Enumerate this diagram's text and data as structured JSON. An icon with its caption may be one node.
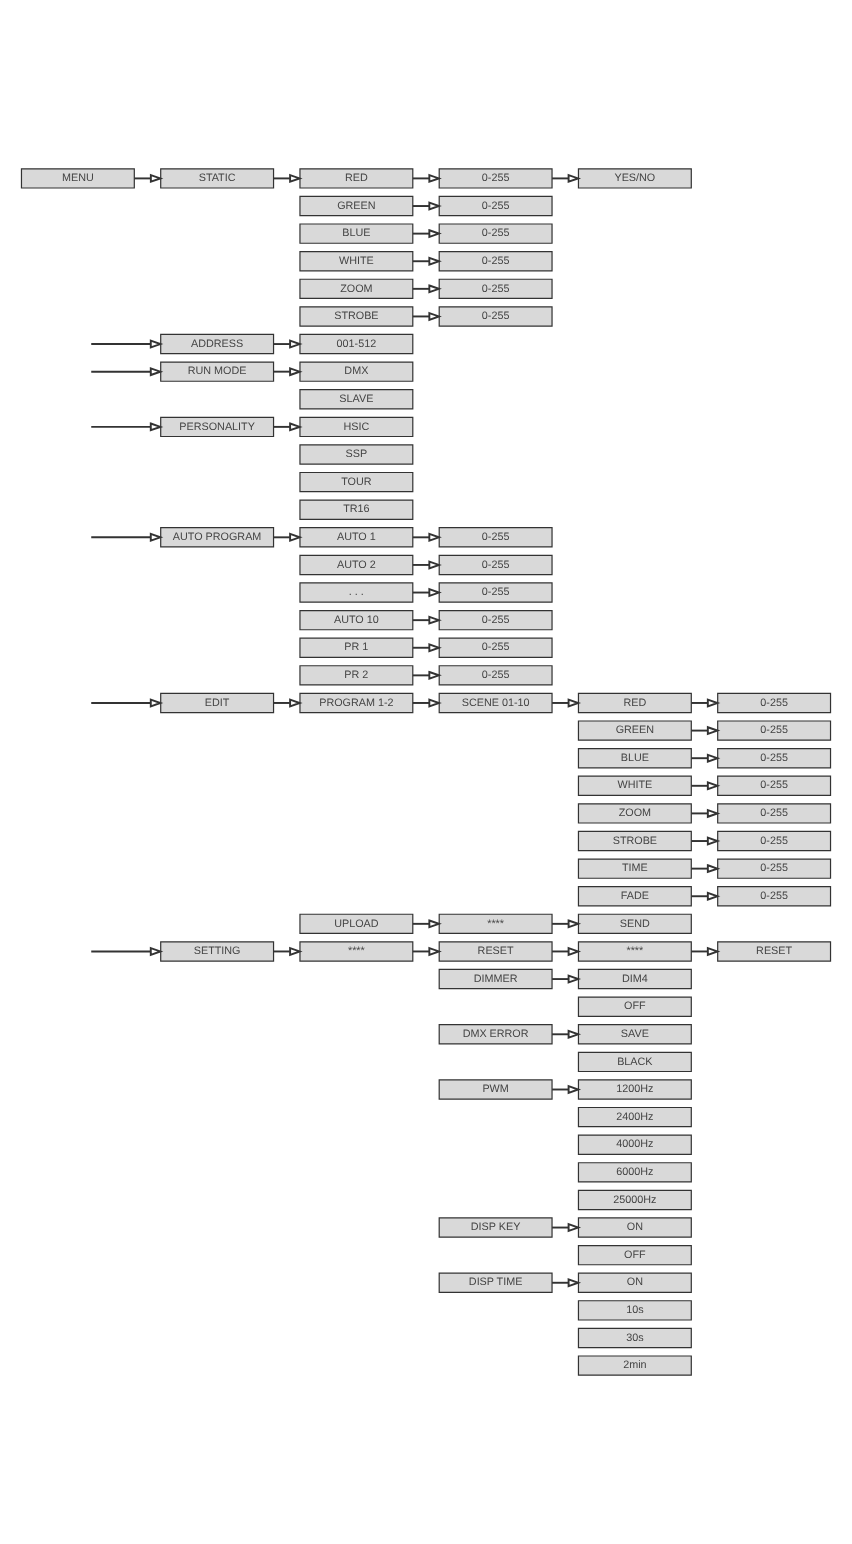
{
  "diagram": {
    "nodes": [
      {
        "text": [
          "MENU"
        ]
      },
      {
        "text": [
          "STATIC"
        ]
      },
      {
        "text": [
          "RED"
        ]
      },
      {
        "text": [
          "0-255"
        ]
      },
      {
        "text": [
          "YES/NO"
        ]
      },
      {
        "text": [
          "GREEN"
        ]
      },
      {
        "text": [
          "0-255"
        ]
      },
      {
        "text": [
          "BLUE"
        ]
      },
      {
        "text": [
          "0-255"
        ]
      },
      {
        "text": [
          "WHITE"
        ]
      },
      {
        "text": [
          "0-255"
        ]
      },
      {
        "text": [
          "ZOOM"
        ]
      },
      {
        "text": [
          "0-255"
        ]
      },
      {
        "text": [
          "STROBE"
        ]
      },
      {
        "text": [
          "0-255"
        ]
      },
      {
        "text": [
          "ADDRESS"
        ]
      },
      {
        "text": [
          "001-512"
        ]
      },
      {
        "text": [
          "RUN MODE"
        ]
      },
      {
        "text": [
          "DMX"
        ]
      },
      {
        "text": [
          "SLAVE"
        ]
      },
      {
        "text": [
          "PERSONALITY"
        ]
      },
      {
        "text": [
          "HSIC"
        ]
      },
      {
        "text": [
          "SSP"
        ]
      },
      {
        "text": [
          "TOUR"
        ]
      },
      {
        "text": [
          "TR16"
        ]
      },
      {
        "text": [
          "AUTO PROGRAM"
        ]
      },
      {
        "text": [
          "AUTO 1"
        ]
      },
      {
        "text": [
          "0-255"
        ]
      },
      {
        "text": [
          "AUTO 2"
        ]
      },
      {
        "text": [
          "0-255"
        ]
      },
      {
        "text": [
          ". . ."
        ]
      },
      {
        "text": [
          "0-255"
        ]
      },
      {
        "text": [
          "AUTO 10"
        ]
      },
      {
        "text": [
          "0-255"
        ]
      },
      {
        "text": [
          "PR 1"
        ]
      },
      {
        "text": [
          "0-255"
        ]
      },
      {
        "text": [
          "PR 2"
        ]
      },
      {
        "text": [
          "0-255"
        ]
      },
      {
        "text": [
          "EDIT"
        ]
      },
      {
        "text": [
          "PROGRAM 1-2"
        ]
      },
      {
        "text": [
          "SCENE 01-10"
        ]
      },
      {
        "text": [
          "RED"
        ]
      },
      {
        "text": [
          "0-255"
        ]
      },
      {
        "text": [
          "GREEN"
        ]
      },
      {
        "text": [
          "0-255"
        ]
      },
      {
        "text": [
          "BLUE"
        ]
      },
      {
        "text": [
          "0-255"
        ]
      },
      {
        "text": [
          "WHITE"
        ]
      },
      {
        "text": [
          "0-255"
        ]
      },
      {
        "text": [
          "ZOOM"
        ]
      },
      {
        "text": [
          "0-255"
        ]
      },
      {
        "text": [
          "STROBE"
        ]
      },
      {
        "text": [
          "0-255"
        ]
      },
      {
        "text": [
          "TIME"
        ]
      },
      {
        "text": [
          "0-255"
        ]
      },
      {
        "text": [
          "FADE"
        ]
      },
      {
        "text": [
          "0-255"
        ]
      },
      {
        "text": [
          "UPLOAD"
        ]
      },
      {
        "text": [
          "****"
        ]
      },
      {
        "text": [
          "SEND"
        ]
      },
      {
        "text": [
          "SETTING"
        ]
      },
      {
        "text": [
          "****"
        ]
      },
      {
        "text": [
          "RESET"
        ]
      },
      {
        "text": [
          "****"
        ]
      },
      {
        "text": [
          "RESET"
        ]
      },
      {
        "text": [
          "DIMMER"
        ]
      },
      {
        "text": [
          "DIM4"
        ]
      },
      {
        "text": [
          "OFF"
        ]
      },
      {
        "text": [
          "DMX ERROR"
        ]
      },
      {
        "text": [
          "SAVE"
        ]
      },
      {
        "text": [
          "BLACK"
        ]
      },
      {
        "text": [
          "PWM"
        ]
      },
      {
        "text": [
          "1200Hz"
        ]
      },
      {
        "text": [
          "2400Hz"
        ]
      },
      {
        "text": [
          "4000Hz"
        ]
      },
      {
        "text": [
          "6000Hz"
        ]
      },
      {
        "text": [
          "25000Hz"
        ]
      },
      {
        "text": [
          "DISP KEY"
        ]
      },
      {
        "text": [
          "ON"
        ]
      },
      {
        "text": [
          "OFF"
        ]
      },
      {
        "text": [
          "DISP TIME"
        ]
      },
      {
        "text": [
          "ON"
        ]
      },
      {
        "text": [
          "10s"
        ]
      },
      {
        "text": [
          "30s"
        ]
      },
      {
        "text": [
          "2min"
        ]
      }
    ],
    "edges": [
      {
        "from": 0,
        "to": 1,
        "arrow": "to"
      },
      {
        "from": 1,
        "to": 2,
        "arrow": "to"
      },
      {
        "from": 2,
        "to": 3,
        "arrow": "to"
      },
      {
        "from": 3,
        "to": 4,
        "arrow": "to"
      },
      {
        "from": 5,
        "to": 6,
        "arrow": "to"
      },
      {
        "from": 7,
        "to": 8,
        "arrow": "to"
      },
      {
        "from": 9,
        "to": 10,
        "arrow": "to"
      },
      {
        "from": 11,
        "to": 12,
        "arrow": "to"
      },
      {
        "from": 13,
        "to": 14,
        "arrow": "to"
      },
      {
        "from": null,
        "to": 15,
        "arrow": "to"
      },
      {
        "from": 15,
        "to": 16,
        "arrow": "to"
      },
      {
        "from": null,
        "to": 17,
        "arrow": "to"
      },
      {
        "from": 17,
        "to": 18,
        "arrow": "to"
      },
      {
        "from": null,
        "to": 20,
        "arrow": "to"
      },
      {
        "from": 20,
        "to": 21,
        "arrow": "to"
      },
      {
        "from": null,
        "to": 25,
        "arrow": "to"
      },
      {
        "from": 25,
        "to": 26,
        "arrow": "to"
      },
      {
        "from": 26,
        "to": 27,
        "arrow": "to"
      },
      {
        "from": 28,
        "to": 29,
        "arrow": "to"
      },
      {
        "from": 30,
        "to": 31,
        "arrow": "to"
      },
      {
        "from": 32,
        "to": 33,
        "arrow": "to"
      },
      {
        "from": 34,
        "to": 35,
        "arrow": "to"
      },
      {
        "from": 36,
        "to": 37,
        "arrow": "to"
      },
      {
        "from": null,
        "to": 38,
        "arrow": "to"
      },
      {
        "from": 38,
        "to": 39,
        "arrow": "to"
      },
      {
        "from": 39,
        "to": 40,
        "arrow": "to"
      },
      {
        "from": 40,
        "to": 41,
        "arrow": "to"
      },
      {
        "from": 41,
        "to": 42,
        "arrow": "to"
      },
      {
        "from": 43,
        "to": 44,
        "arrow": "to"
      },
      {
        "from": 45,
        "to": 46,
        "arrow": "to"
      },
      {
        "from": 47,
        "to": 48,
        "arrow": "to"
      },
      {
        "from": 49,
        "to": 50,
        "arrow": "to"
      },
      {
        "from": 51,
        "to": 52,
        "arrow": "to"
      },
      {
        "from": 53,
        "to": 54,
        "arrow": "to"
      },
      {
        "from": 55,
        "to": 56,
        "arrow": "to"
      },
      {
        "from": 57,
        "to": 58,
        "arrow": "to"
      },
      {
        "from": 58,
        "to": 59,
        "arrow": "to"
      },
      {
        "from": null,
        "to": 60,
        "arrow": "to"
      },
      {
        "from": 60,
        "to": 61,
        "arrow": "to"
      },
      {
        "from": 61,
        "to": 62,
        "arrow": "to"
      },
      {
        "from": 62,
        "to": 63,
        "arrow": "to"
      },
      {
        "from": 63,
        "to": 64,
        "arrow": "to"
      },
      {
        "from": 65,
        "to": 66,
        "arrow": "to"
      },
      {
        "from": 68,
        "to": 69,
        "arrow": "to"
      },
      {
        "from": 71,
        "to": 72,
        "arrow": "to"
      },
      {
        "from": 77,
        "to": 78,
        "arrow": "to"
      },
      {
        "from": 80,
        "to": 81,
        "arrow": "to"
      }
    ]
  }
}
